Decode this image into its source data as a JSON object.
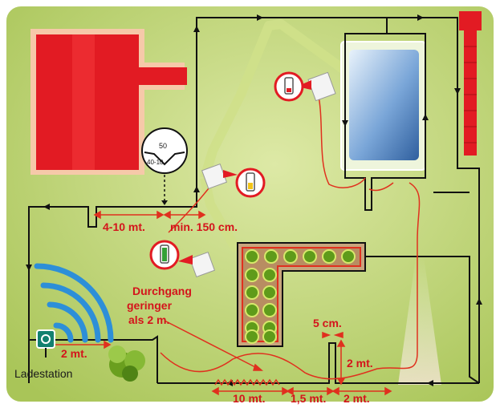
{
  "colors": {
    "lawn": "#b6cf66",
    "lawn_light": "#d8e6a0",
    "border": "#ffffff",
    "wire": "#111111",
    "red_wire": "#e0301e",
    "house": "#e21b23",
    "house_border": "#f6c9a9",
    "pool": "#6f9fd6",
    "path": "#c9dd7c",
    "label_red": "#d4141b",
    "signal_blue": "#2d8fd8",
    "station_teal": "#12806f",
    "bush": "#6a9f1e"
  },
  "icons": {
    "wire_gauge": "wire-gauge-icon",
    "battery_low": "battery-low-icon",
    "battery_half": "battery-half-icon",
    "battery_full": "battery-full-icon",
    "charging_station": "charging-station-icon",
    "signal": "wifi-signal-icon",
    "bush": "bush-icon"
  },
  "gauge": {
    "top": "50",
    "bottom": "40-10"
  },
  "labels": {
    "dist_4_10": "4-10 mt.",
    "min_150": "min. 150 cm.",
    "passage_line1": "Durchgang",
    "passage_line2": "geringer",
    "passage_line3": "als 2 m.",
    "five_cm": "5 cm.",
    "two_mt_right": "2 mt.",
    "two_mt_left": "2 mt.",
    "ten_mt": "10 mt.",
    "one_five_mt": "1,5 mt.",
    "two_mt_bottom": "2 mt.",
    "station": "Ladestation"
  }
}
